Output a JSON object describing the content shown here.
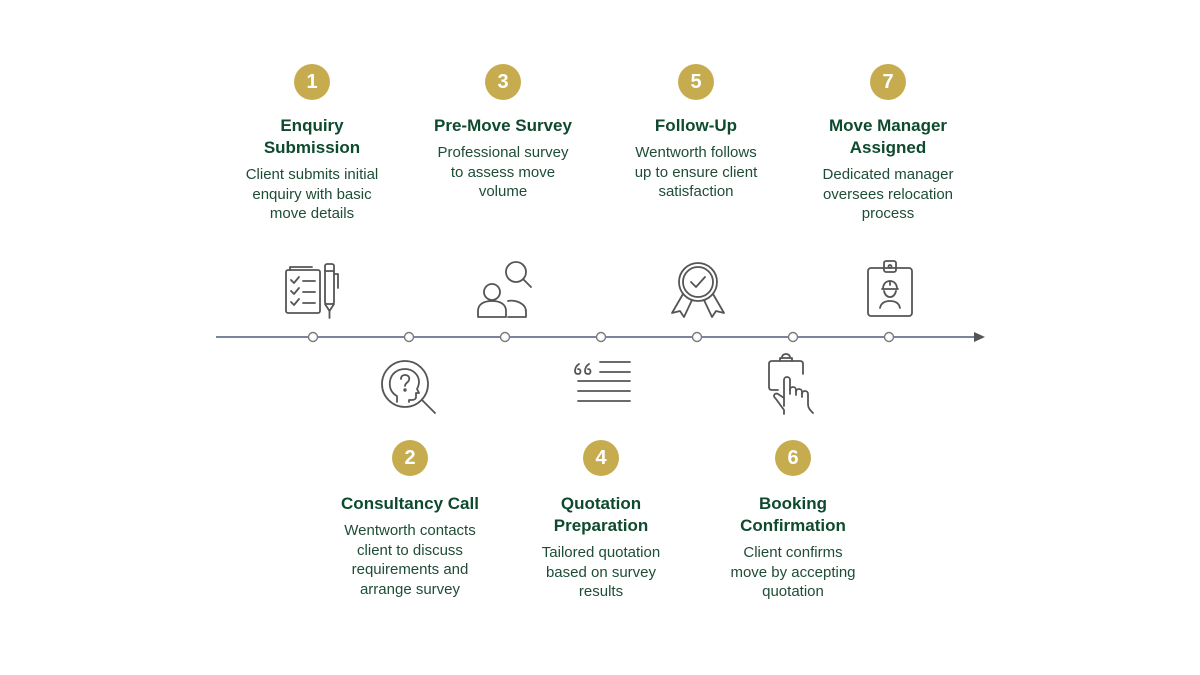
{
  "colors": {
    "accent_gold": "#c7ac4f",
    "title_green": "#0e4a2e",
    "text_green": "#1e4d36",
    "timeline_line": "#4b5d7a",
    "timeline_arrow": "#555555",
    "node_stroke": "#7a7a7a",
    "icon_stroke": "#555555"
  },
  "steps": [
    {
      "number": "1",
      "title": "Enquiry\nSubmission",
      "description": "Client submits initial\nenquiry with basic\nmove details",
      "icon": "checklist-pen-icon",
      "position": "above"
    },
    {
      "number": "2",
      "title": "Consultancy Call",
      "description": "Wentworth contacts\nclient to discuss\nrequirements and\narrange survey",
      "icon": "head-question-magnifier-icon",
      "position": "below"
    },
    {
      "number": "3",
      "title": "Pre-Move Survey",
      "description": "Professional survey\nto assess move\nvolume",
      "icon": "people-search-icon",
      "position": "above"
    },
    {
      "number": "4",
      "title": "Quotation\nPreparation",
      "description": "Tailored quotation\nbased on survey\nresults",
      "icon": "quote-text-icon",
      "position": "below"
    },
    {
      "number": "5",
      "title": "Follow-Up",
      "description": "Wentworth follows\nup to ensure client\nsatisfaction",
      "icon": "award-badge-check-icon",
      "position": "above"
    },
    {
      "number": "6",
      "title": "Booking\nConfirmation",
      "description": "Client confirms\nmove by accepting\nquotation",
      "icon": "hand-tap-clipboard-icon",
      "position": "below"
    },
    {
      "number": "7",
      "title": "Move Manager\nAssigned",
      "description": "Dedicated manager\noversees relocation\nprocess",
      "icon": "id-badge-icon",
      "position": "above"
    }
  ]
}
